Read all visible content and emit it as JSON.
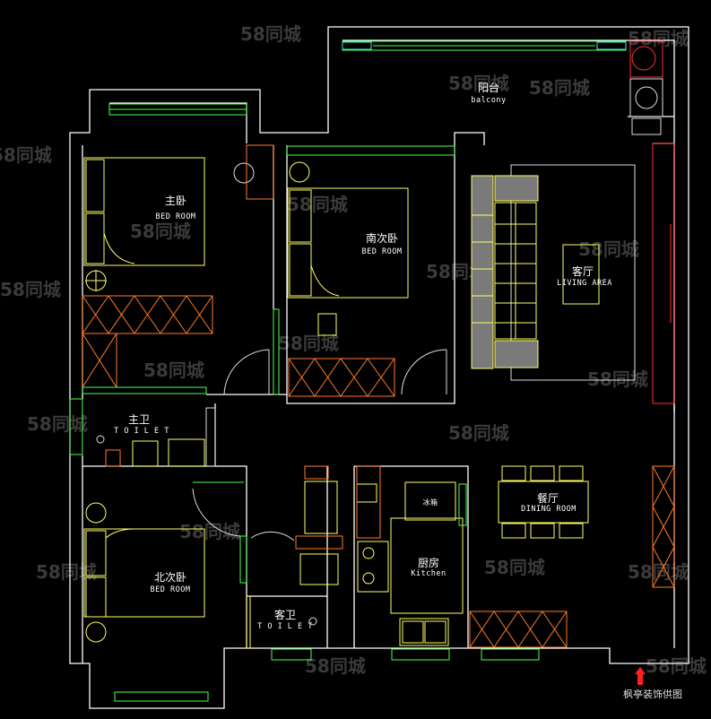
{
  "rooms": {
    "balcony": {
      "cn": "阳台",
      "en": "balcony"
    },
    "master": {
      "cn": "主卧",
      "en": "BED  ROOM"
    },
    "south": {
      "cn": "南次卧",
      "en": "BED  ROOM"
    },
    "living": {
      "cn": "客厅",
      "en": "LIVING  AREA"
    },
    "mtoilet": {
      "cn": "主卫",
      "en": "T O I L E T"
    },
    "dining": {
      "cn": "餐厅",
      "en": "DINING ROOM"
    },
    "kitchen": {
      "cn": "厨房",
      "en": "Kitchen"
    },
    "fridge": {
      "cn": "冰箱"
    },
    "north": {
      "cn": "北次卧",
      "en": "BED  ROOM"
    },
    "gtoilet": {
      "cn": "客卫",
      "en": "T O I L E T"
    }
  },
  "watermark": "58同城",
  "caption": "枫亭装饰供图",
  "colors": {
    "wall": "#ffffff",
    "furniture": "#ffff66",
    "window": "#4cff4c",
    "cabinet": "#ff7a2a",
    "sofa_fill": "#808080",
    "arrow": "#ff2020"
  }
}
